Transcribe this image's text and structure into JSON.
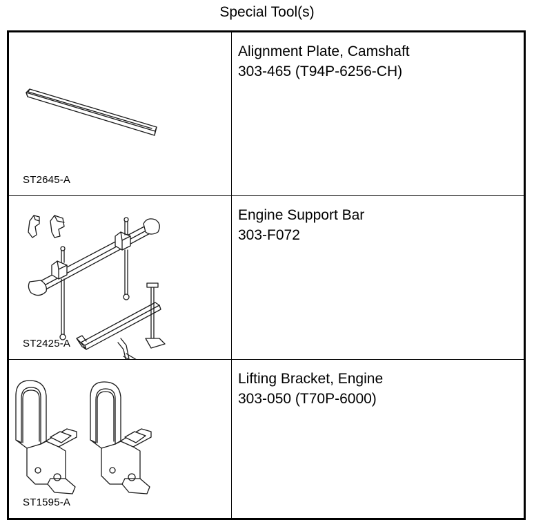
{
  "page": {
    "title": "Special Tool(s)"
  },
  "tools": [
    {
      "figure_code": "ST2645-A",
      "name": "Alignment Plate, Camshaft",
      "number": "303-465 (T94P-6256-CH)",
      "illustration": "camshaft-alignment-plate-icon"
    },
    {
      "figure_code": "ST2425-A",
      "name": "Engine Support Bar",
      "number": "303-F072",
      "illustration": "engine-support-bar-icon"
    },
    {
      "figure_code": "ST1595-A",
      "name": "Lifting Bracket, Engine",
      "number": "303-050 (T70P-6000)",
      "illustration": "engine-lifting-bracket-icon"
    }
  ]
}
